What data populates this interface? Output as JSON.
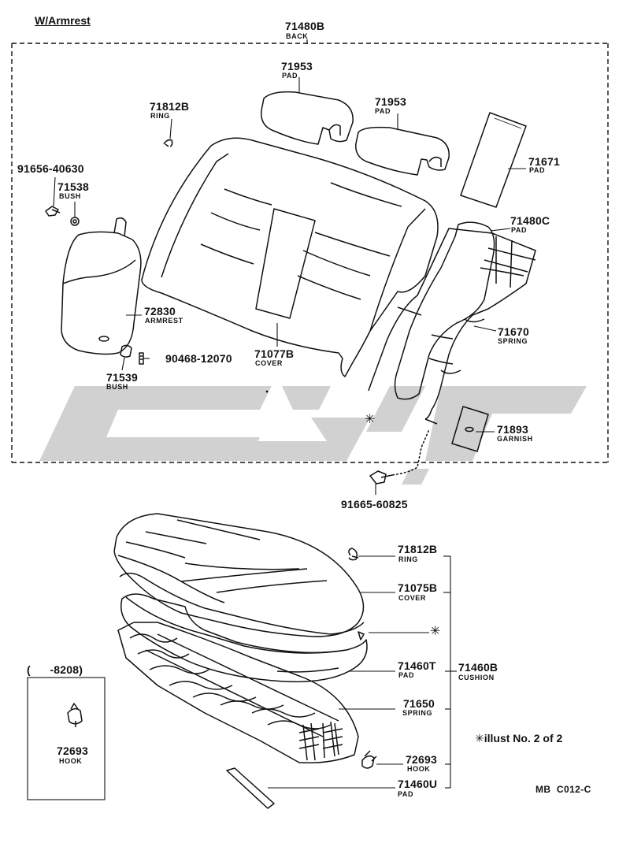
{
  "header": {
    "title": "W/Armrest"
  },
  "back_group": {
    "part_no": "71480B",
    "name": "BACK"
  },
  "parts": [
    {
      "id": "pad-71953-left",
      "part_no": "71953",
      "name": "PAD"
    },
    {
      "id": "pad-71953-right",
      "part_no": "71953",
      "name": "PAD"
    },
    {
      "id": "ring-71812b-upper",
      "part_no": "71812B",
      "name": "RING"
    },
    {
      "id": "pad-71671",
      "part_no": "71671",
      "name": "PAD"
    },
    {
      "id": "bolt-91656-40630",
      "part_no": "91656-40630",
      "name": ""
    },
    {
      "id": "bush-71538",
      "part_no": "71538",
      "name": "BUSH"
    },
    {
      "id": "pad-71480c",
      "part_no": "71480C",
      "name": "PAD"
    },
    {
      "id": "armrest-72830",
      "part_no": "72830",
      "name": "ARMREST"
    },
    {
      "id": "spring-71670",
      "part_no": "71670",
      "name": "SPRING"
    },
    {
      "id": "pin-90468-12070",
      "part_no": "90468-12070",
      "name": ""
    },
    {
      "id": "cover-71077b",
      "part_no": "71077B",
      "name": "COVER"
    },
    {
      "id": "bush-71539",
      "part_no": "71539",
      "name": "BUSH"
    },
    {
      "id": "garnish-71893",
      "part_no": "71893",
      "name": "GARNISH"
    },
    {
      "id": "bolt-91665-60825",
      "part_no": "91665-60825",
      "name": ""
    },
    {
      "id": "ring-71812b-lower",
      "part_no": "71812B",
      "name": "RING"
    },
    {
      "id": "cover-71075b",
      "part_no": "71075B",
      "name": "COVER"
    },
    {
      "id": "pad-71460t",
      "part_no": "71460T",
      "name": "PAD"
    },
    {
      "id": "spring-71650",
      "part_no": "71650",
      "name": "SPRING"
    },
    {
      "id": "hook-72693",
      "part_no": "72693",
      "name": "HOOK"
    },
    {
      "id": "pad-71460u",
      "part_no": "71460U",
      "name": "PAD"
    }
  ],
  "cushion_group": {
    "part_no": "71460B",
    "name": "CUSHION"
  },
  "inset": {
    "range": "(      -8208)",
    "part_no": "72693",
    "name": "HOOK"
  },
  "marks": {
    "asterisk": "✳"
  },
  "note": "✳illust No. 2 of 2",
  "drawing_code": "MB  C012-C",
  "colors": {
    "line": "#111111",
    "watermark": "#c8c8c8",
    "paper": "#ffffff"
  }
}
